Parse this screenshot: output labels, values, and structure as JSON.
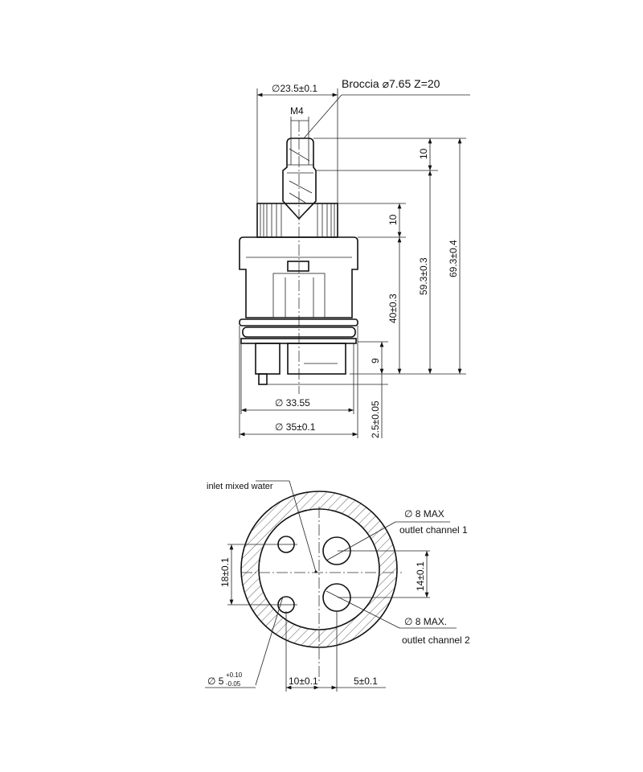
{
  "side_view": {
    "dia_top": "∅23.5±0.1",
    "broach": "Broccia ⌀7.65 Z=20",
    "thread": "M4",
    "dim_stem": "10",
    "dim_cap": "10",
    "dim_body": "40±0.3",
    "dim_mid": "59.3±0.3",
    "dim_total": "69.3±0.4",
    "dim_base": "9",
    "dim_pin": "2.5±0.05",
    "dia_inner": "∅ 33.55",
    "dia_outer": "∅ 35±0.1"
  },
  "bottom_view": {
    "inlet": "inlet mixed water",
    "outlet1_dia": "∅ 8 MAX",
    "outlet1": "outlet channel 1",
    "outlet2_dia": "∅ 8 MAX.",
    "outlet2": "outlet channel 2",
    "dim_left": "18±0.1",
    "dim_right": "14±0.1",
    "hole_dia": "∅ 5",
    "hole_tol_upper": "+0.10",
    "hole_tol_lower": "-0.05",
    "dim_x1": "10±0.1",
    "dim_x2": "5±0.1"
  }
}
